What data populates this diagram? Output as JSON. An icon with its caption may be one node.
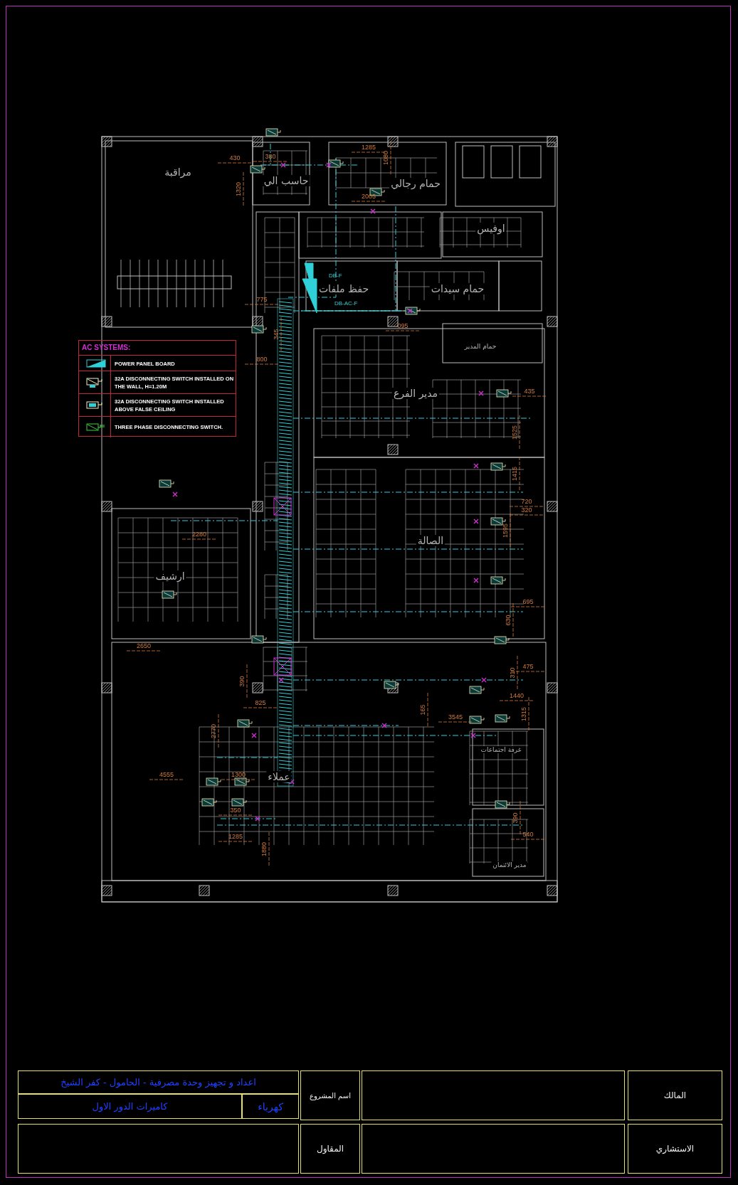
{
  "diagram": {
    "nodes": [
      {
        "text": [
          "مراقبة"
        ]
      },
      {
        "text": [
          "حاسب الي"
        ]
      },
      {
        "text": [
          "حمام رجالي"
        ]
      },
      {
        "text": [
          "اوفيس"
        ]
      },
      {
        "text": [
          "حفظ ملفات"
        ]
      },
      {
        "text": [
          "حمام سيدات"
        ]
      },
      {
        "text": [
          "حمام المدير"
        ]
      },
      {
        "text": [
          "مدير الفرع"
        ]
      },
      {
        "text": [
          "ارشيف"
        ]
      },
      {
        "text": [
          "الصالة"
        ]
      },
      {
        "text": [
          "عملاء"
        ]
      },
      {
        "text": [
          "غرفة اجتماعات"
        ]
      },
      {
        "text": [
          "مدير الائتمان"
        ]
      },
      {
        "text": [
          "اعداد و تجهيز وحدة مصرفية - الحامول - كفر الشيخ"
        ]
      },
      {
        "text": [
          "كهرباء"
        ]
      },
      {
        "text": [
          "كاميرات الدور الاول"
        ]
      },
      {
        "text": [
          "اسم المشروع"
        ]
      },
      {
        "text": [
          "المالك"
        ]
      },
      {
        "text": [
          "المقاول"
        ]
      },
      {
        "text": [
          "الاستشاري"
        ]
      }
    ],
    "labels": [
      "1285",
      "380",
      "1080",
      "430",
      "1320",
      "2005",
      "DB-F",
      "775",
      "DB-AC-F",
      "095",
      "345",
      "AC SYSTEMS:",
      "800",
      "435",
      "1525",
      "1415",
      "720",
      "320",
      "1595",
      "2280",
      "695",
      "630",
      "2650",
      "475",
      "310",
      "390",
      "1440",
      "825",
      "165",
      "1315",
      "3545",
      "2770",
      "4555",
      "1300",
      "350",
      "390",
      "540",
      "1285",
      "1880"
    ],
    "legend": [
      {
        "text": "POWER PANEL BOARD"
      },
      {
        "text": "32A DISCONNECTING SWITCH INSTALLED ON THE WALL, H=1.20M"
      },
      {
        "text": "32A DISCONNECTING SWITCH INSTALLED ABOVE FALSE CEILING"
      },
      {
        "text": "THREE PHASE DISCONNECTING SWITCH."
      }
    ]
  }
}
